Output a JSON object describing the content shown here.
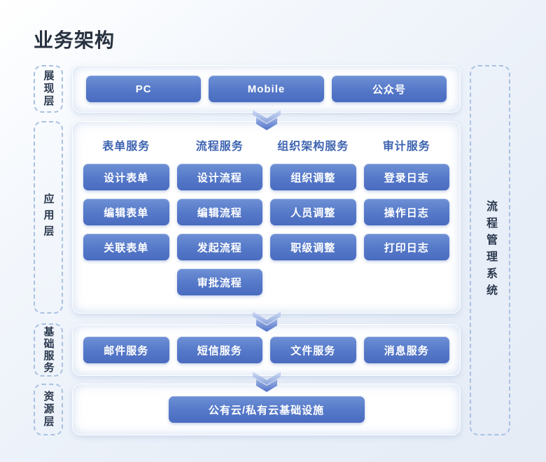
{
  "title": "业务架构",
  "sidebar_labels": {
    "presentation": "展现层",
    "application": "应用层",
    "basic": "基础服务",
    "resource": "资源层"
  },
  "right_label": "流程管理系统",
  "presentation": {
    "items": [
      "PC",
      "Mobile",
      "公众号"
    ]
  },
  "application": {
    "columns": [
      {
        "header": "表单服务",
        "items": [
          "设计表单",
          "编辑表单",
          "关联表单"
        ]
      },
      {
        "header": "流程服务",
        "items": [
          "设计流程",
          "编辑流程",
          "发起流程",
          "审批流程"
        ]
      },
      {
        "header": "组织架构服务",
        "items": [
          "组织调整",
          "人员调整",
          "职级调整"
        ]
      },
      {
        "header": "审计服务",
        "items": [
          "登录日志",
          "操作日志",
          "打印日志"
        ]
      }
    ]
  },
  "basic_services": {
    "items": [
      "邮件服务",
      "短信服务",
      "文件服务",
      "消息服务"
    ]
  },
  "resource": {
    "items": [
      "公有云/私有云基础设施"
    ]
  },
  "icons": {
    "arrow": "arrow-down-icon"
  },
  "colors": {
    "button_gradient_top": "#6e90d5",
    "button_gradient_bottom": "#4a6cc0",
    "column_header_text": "#3d63b0",
    "dashed_border": "#a9c1e3",
    "title_text": "#27313f",
    "label_text": "#2b394e",
    "arrow_gradient_top": "#c9d8f5",
    "arrow_gradient_bottom": "#4e70c6"
  }
}
